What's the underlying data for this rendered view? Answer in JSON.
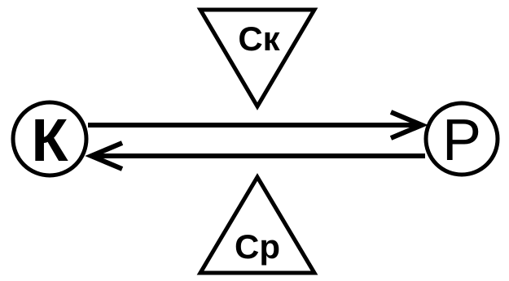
{
  "diagram": {
    "left_node": {
      "label": "К"
    },
    "right_node": {
      "label": "Р"
    },
    "top_triangle": {
      "label": "Ск"
    },
    "bottom_triangle": {
      "label": "Ср"
    },
    "arrows": [
      {
        "from": "К",
        "to": "Р"
      },
      {
        "from": "Р",
        "to": "К"
      }
    ]
  }
}
